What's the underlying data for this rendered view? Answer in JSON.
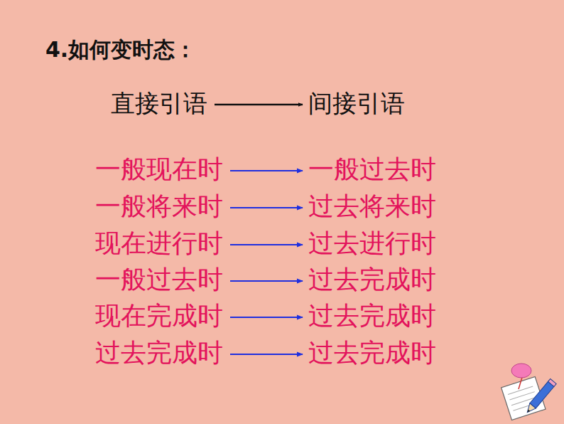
{
  "diagram": {
    "title": "4.如何变时态：",
    "nodes": [
      {
        "text": [
          "直接引语"
        ]
      },
      {
        "text": [
          "间接引语"
        ]
      },
      {
        "text": [
          "一般现在时"
        ]
      },
      {
        "text": [
          "一般过去时"
        ]
      },
      {
        "text": [
          "一般将来时"
        ]
      },
      {
        "text": [
          "过去将来时"
        ]
      },
      {
        "text": [
          "现在进行时"
        ]
      },
      {
        "text": [
          "过去进行时"
        ]
      },
      {
        "text": [
          "一般过去时"
        ]
      },
      {
        "text": [
          "过去完成时"
        ]
      },
      {
        "text": [
          "现在完成时"
        ]
      },
      {
        "text": [
          "过去完成时"
        ]
      },
      {
        "text": [
          "过去完成时"
        ]
      },
      {
        "text": [
          "过去完成时"
        ]
      }
    ],
    "edges": [
      {
        "from": 0,
        "to": 1,
        "arrow": "to"
      },
      {
        "from": 2,
        "to": 3,
        "arrow": "to"
      },
      {
        "from": 4,
        "to": 5,
        "arrow": "to"
      },
      {
        "from": 6,
        "to": 7,
        "arrow": "to"
      },
      {
        "from": 8,
        "to": 9,
        "arrow": "to"
      },
      {
        "from": 10,
        "to": 11,
        "arrow": "to"
      },
      {
        "from": 12,
        "to": 13,
        "arrow": "to"
      }
    ]
  }
}
